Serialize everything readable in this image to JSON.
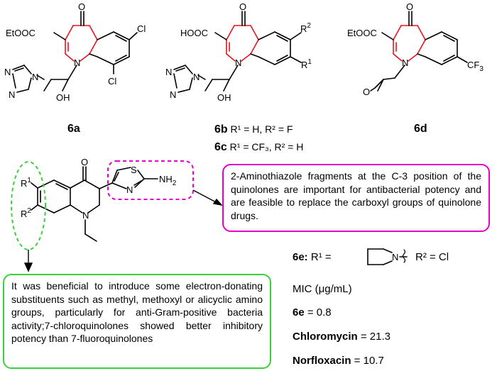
{
  "compounds": {
    "c6a": "6a",
    "c6b_name": "6b",
    "c6b_rest": " R¹ = H, R² = F",
    "c6c_name": "6c",
    "c6c_rest": " R¹ = CF₃, R² = H",
    "c6d": "6d"
  },
  "atoms": {
    "ester": "EtOOC",
    "acid": "HOOC",
    "oxo": "O",
    "n": "N",
    "cl": "Cl",
    "oh": "OH",
    "o_epox": "O",
    "cf3": "CF",
    "three": "3",
    "s": "S",
    "nh": "NH",
    "two": "2",
    "r": "R",
    "one": "1",
    "r2sup": "2"
  },
  "note_magenta": "2-Aminothiazole fragments at the C-3 position of the quinolones are important for antibacterial potency and are feasible to replace the carboxyl groups of quinolone drugs.",
  "note_green": "It was beneficial to introduce some electron-donating substituents such as methyl, methoxyl or alicyclic amino groups, particularly for anti-Gram-positive bacteria activity;7-chloroquinolones showed better inhibitory potency than 7-fluoroquinolones",
  "activity": {
    "e6_label": "6e:",
    "r1_eq": "R¹ =",
    "r2_eq": "R² = Cl",
    "mic_header": "MIC (μg/mL)",
    "e6_name": "6e",
    "e6_value": " = 0.8",
    "chloro_name": "Chloromycin",
    "chloro_value": " = 21.3",
    "norflox_name": "Norfloxacin",
    "norflox_value": " = 10.7"
  },
  "colors": {
    "core": "#e8141e",
    "magenta": "#e600c8",
    "green": "#3ad23a",
    "black": "#000000"
  }
}
